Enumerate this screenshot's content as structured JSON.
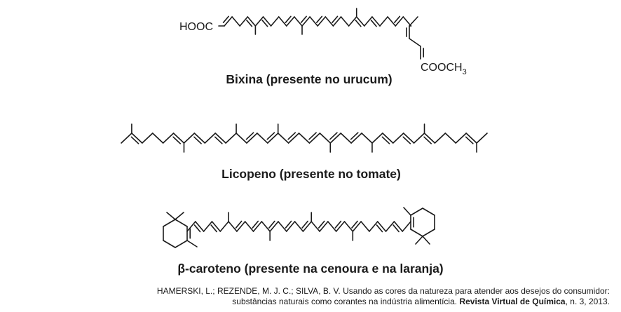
{
  "molecules": [
    {
      "id": "bixina",
      "name": "Bixina (presente no urucum)",
      "groups": {
        "acid": "HOOC",
        "ester": "COOCH",
        "ester_sub": "3"
      }
    },
    {
      "id": "licopeno",
      "name": "Licopeno (presente no tomate)"
    },
    {
      "id": "betacaroteno",
      "name": "β-caroteno (presente na cenoura e na laranja)"
    }
  ],
  "citation": {
    "line1": "HAMERSKI, L.; REZENDE, M. J. C.; SILVA, B. V. Usando as cores da natureza para atender aos desejos do consumidor:",
    "line2_plain": "substâncias naturais como corantes na indústria alimentícia. ",
    "journal": "Revista Virtual de Química",
    "line2_tail": ", n. 3, 2013."
  },
  "colors": {
    "ink": "#1a1a1a",
    "background": "#ffffff"
  }
}
